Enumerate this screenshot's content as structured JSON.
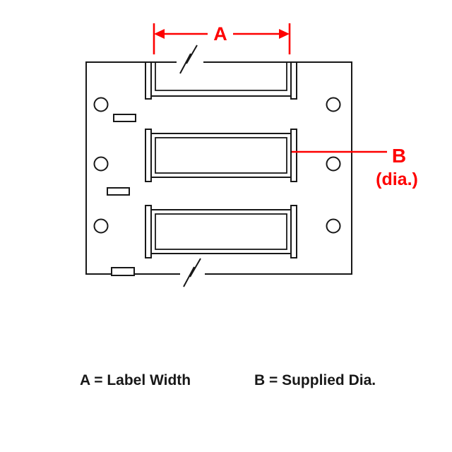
{
  "diagram": {
    "labels": {
      "dim_a": "A",
      "dim_b": "B",
      "dim_b_sub": "(dia.)"
    },
    "legend": {
      "a": "A = Label Width",
      "b": "B = Supplied Dia."
    },
    "colors": {
      "dimension_red": "#fe0000",
      "line_black": "#181818",
      "background": "#ffffff"
    }
  }
}
